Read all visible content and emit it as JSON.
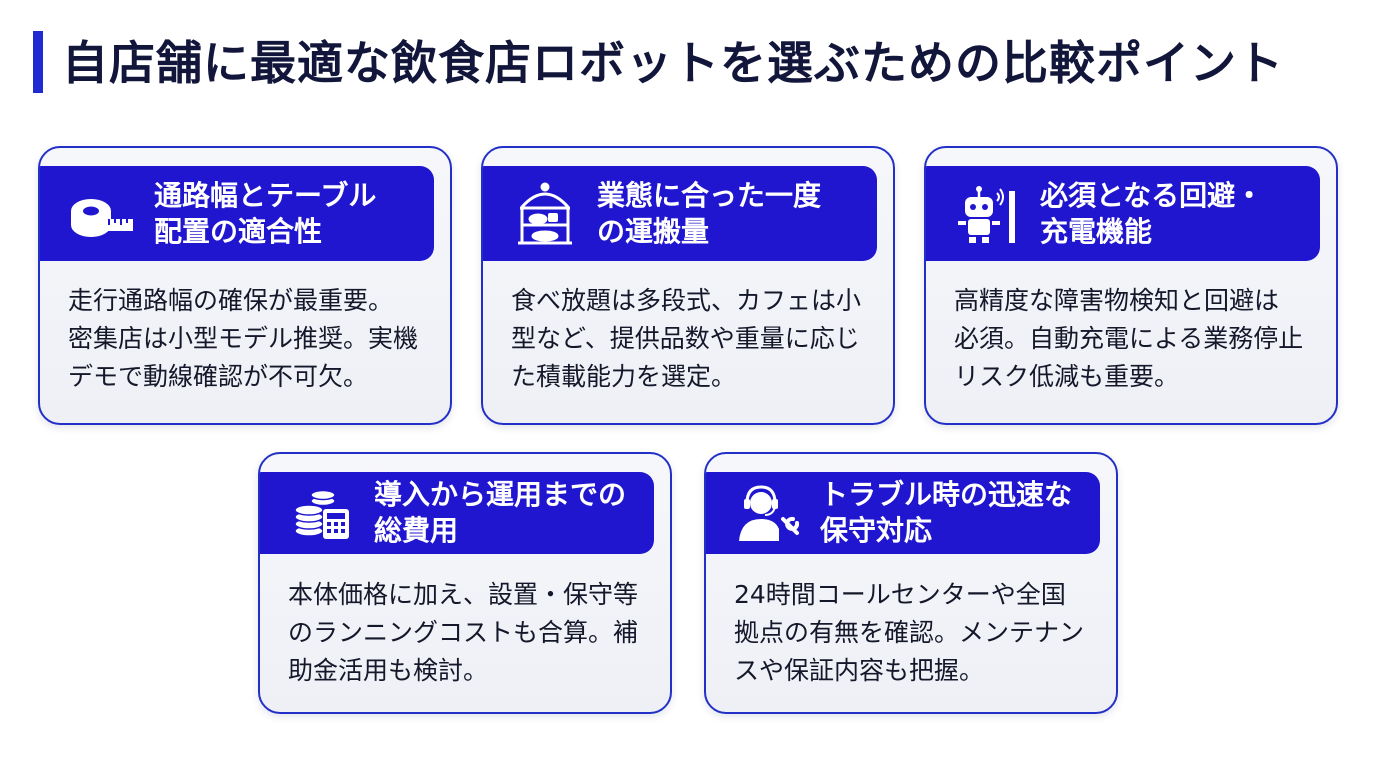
{
  "title": "自店舗に最適な飲食店ロボットを選ぶための比較ポイント",
  "colors": {
    "accent": "#1f2bd1",
    "header_bg": "#2116cf",
    "card_border": "#2330c8",
    "title_text": "#11163a",
    "body_text": "#15182a"
  },
  "cards": [
    {
      "icon": "tape-measure-icon",
      "title": "通路幅とテーブル\n配置の適合性",
      "body": "走行通路幅の確保が最重要。\n密集店は小型モデル推奨。実機\nデモで動線確認が不可欠。"
    },
    {
      "icon": "serving-cart-icon",
      "title": "業態に合った一度\nの運搬量",
      "body": "食べ放題は多段式、カフェは小\n型など、提供品数や重量に応じ\nた積載能力を選定。"
    },
    {
      "icon": "robot-sensor-icon",
      "title": "必須となる回避・\n充電機能",
      "body": "高精度な障害物検知と回避は\n必須。自動充電による業務停止\nリスク低減も重要。"
    },
    {
      "icon": "coins-calculator-icon",
      "title": "導入から運用までの\n総費用",
      "body": "本体価格に加え、設置・保守等\nのランニングコストも合算。補\n助金活用も検討。"
    },
    {
      "icon": "support-headset-icon",
      "title": "トラブル時の迅速な\n保守対応",
      "body": "24時間コールセンターや全国\n拠点の有無を確認。メンテナン\nスや保証内容も把握。"
    }
  ]
}
